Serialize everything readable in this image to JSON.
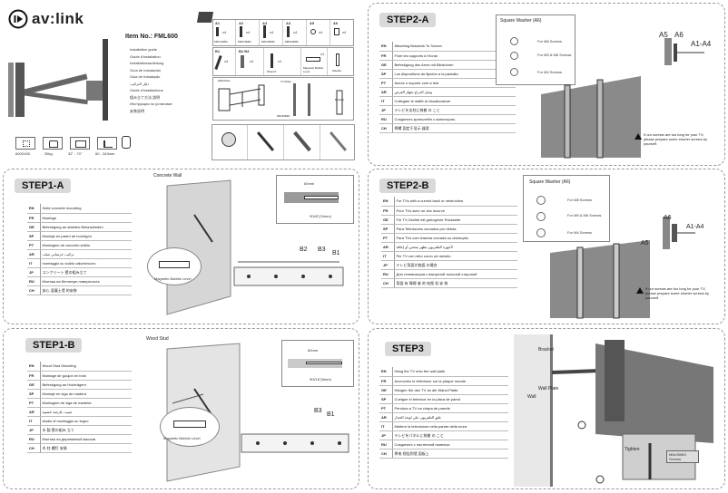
{
  "brand": {
    "name": "av:link",
    "item_label": "Item No.: FML600"
  },
  "cover": {
    "guides": [
      "Installation guide",
      "Guide d'installation",
      "Installationsanleitung",
      "Guía de instalación",
      "Guia de Instalação",
      "دليل التركيب",
      "Guide d'installazione",
      "組み立て方法 説明",
      "Инструкция по установке",
      "安装说明"
    ],
    "specs": [
      "600X400",
      "35kg",
      "32\" - 70\"",
      "60 - 343mm"
    ],
    "parts": [
      {
        "code": "A1",
        "qty": "x4",
        "spec": "M6X12MM"
      },
      {
        "code": "A2",
        "qty": "x4",
        "spec": "M6X20MM"
      },
      {
        "code": "A3",
        "qty": "x4",
        "spec": "M6X35MM"
      },
      {
        "code": "A4",
        "qty": "x4",
        "spec": "M8X20MM"
      },
      {
        "code": "A5",
        "qty": "x4",
        "spec": ""
      },
      {
        "code": "A6",
        "qty": "x4",
        "spec": ""
      }
    ],
    "parts2": [
      {
        "code": "B1",
        "qty": "x4"
      },
      {
        "code": "B2 B3",
        "qty": "x4"
      },
      {
        "code": "",
        "qty": "x1"
      },
      {
        "code": "",
        "qty": "x1"
      }
    ],
    "part_labels": [
      "Wall Plate",
      "TV Plate",
      "Bracket",
      "Wrench",
      "Magnetic Bubble Level",
      "Washer",
      "M6x35MM"
    ]
  },
  "step2a": {
    "title": "STEP2-A",
    "rows": [
      {
        "code": "EN",
        "text": "Attaching Brackets To Screen"
      },
      {
        "code": "FR",
        "text": "Fixer les supports à l'écran"
      },
      {
        "code": "GE",
        "text": "Befestigung des Arms mit Bildschirm"
      },
      {
        "code": "SP",
        "text": "Los dispositivos de fijación a la pantalla"
      },
      {
        "code": "PT",
        "text": "Anexe o suporte com a tela"
      },
      {
        "code": "AR",
        "text": "وصل الذراع بجهاز العرض"
      },
      {
        "code": "IT",
        "text": "Collegare le staffe al visualizzatore"
      },
      {
        "code": "JP",
        "text": "テレビを支柱に装着 の こと"
      },
      {
        "code": "RU",
        "text": "Соединить кронштейн с монитором."
      },
      {
        "code": "CH",
        "text": "将螺 固定于显示 器背"
      }
    ],
    "washer_title": "Square Washer (A6)",
    "screw_labels": [
      "For M8 Screws",
      "For M5 & M6 Screws",
      "For M4 Screws"
    ],
    "part_codes": [
      "A5",
      "A6",
      "A1-A4"
    ],
    "warning": "If our screws are too long for your TV, please prepare some shorter screws by yourself."
  },
  "step1a": {
    "title": "STEP1-A",
    "wall_label": "Concrete Wall",
    "rows": [
      {
        "code": "EN",
        "text": "Solid concrete mounting"
      },
      {
        "code": "FR",
        "text": "Montage"
      },
      {
        "code": "GE",
        "text": "Befestigung an stabilen Betonwänden"
      },
      {
        "code": "SP",
        "text": "Montaje en pared de hormigón"
      },
      {
        "code": "PT",
        "text": "Montagem de concreto sólido"
      },
      {
        "code": "AR",
        "text": "تركيب خرساني صلب"
      },
      {
        "code": "IT",
        "text": "montaggio su solido calcestruzzo"
      },
      {
        "code": "JP",
        "text": "コンクリート 壁の組み立て"
      },
      {
        "code": "RU",
        "text": "Монтаж на бетонную поверхность"
      },
      {
        "code": "CH",
        "text": "安心 混凝土墙 的安装"
      }
    ],
    "depth": "60mm",
    "drill": "Φ3/8\"(10mm)",
    "codes": [
      "B2",
      "B3",
      "B1"
    ],
    "level_label": "Magnetic Bubble Level"
  },
  "step2b": {
    "title": "STEP2-B",
    "rows": [
      {
        "code": "EN",
        "text": "For TVs with a curved back or obstruction"
      },
      {
        "code": "FR",
        "text": "Pour TVs avec un dos incurvé"
      },
      {
        "code": "GE",
        "text": "Für TV-Geräte mit gebogener Rückseite"
      },
      {
        "code": "SP",
        "text": "Para Televisores curvados por detrás"
      },
      {
        "code": "PT",
        "text": "Para TVs com traseira curvada ou obstrução"
      },
      {
        "code": "AR",
        "text": "لأجهزة التلفزيون بظهر منحني أو إعاقة"
      },
      {
        "code": "IT",
        "text": "Per TV con retro curvo od ostruito"
      },
      {
        "code": "JP",
        "text": "テレビ背面が曲面 の場合"
      },
      {
        "code": "RU",
        "text": "Для телевизоров с выпуклой тыльной стороной"
      },
      {
        "code": "CH",
        "text": "背面 有 障碍 者 的 电视 机 安 装"
      }
    ],
    "washer_title": "Square Washer (A6)",
    "screw_labels": [
      "For M8 Screws",
      "For M5 & M6 Screws",
      "For M4 Screws"
    ],
    "part_codes": [
      "A6",
      "A1-A4",
      "A5"
    ],
    "warning": "If our screws are too long for your TV, please prepare some shorter screws by yourself."
  },
  "step1b": {
    "title": "STEP1-B",
    "wall_label": "Wood Stud",
    "rows": [
      {
        "code": "EN",
        "text": "Wood Stud Mounting"
      },
      {
        "code": "FR",
        "text": "Montage de goujon en bois"
      },
      {
        "code": "GE",
        "text": "Befestigung an Holzträgern"
      },
      {
        "code": "SP",
        "text": "Montaje en viga de madera"
      },
      {
        "code": "PT",
        "text": "Montagem de viga de madeira"
      },
      {
        "code": "AR",
        "text": "تثبيت عارضة خشبية"
      },
      {
        "code": "IT",
        "text": "studio di montaggio su legno"
      },
      {
        "code": "JP",
        "text": "木 製 壁の組み 立て"
      },
      {
        "code": "RU",
        "text": "Монтаж на деревянный массив"
      },
      {
        "code": "CH",
        "text": "木 柱 螺钉 安装"
      }
    ],
    "depth": "60mm",
    "drill": "Φ3/16\"(5mm)",
    "codes": [
      "B3",
      "B1"
    ],
    "level_label": "Magnetic Bubble Level"
  },
  "step3": {
    "title": "STEP3",
    "rows": [
      {
        "code": "EN",
        "text": "Hang the TV onto the wall plate"
      },
      {
        "code": "FR",
        "text": "Accrochez le téléviseur sur la plaque murale"
      },
      {
        "code": "GE",
        "text": "Hängen Sie den TV an die Wand-Platte."
      },
      {
        "code": "SP",
        "text": "Cuelgue el televisor en la placa de pared"
      },
      {
        "code": "PT",
        "text": "Pendura a TV na chapa de parede"
      },
      {
        "code": "AR",
        "text": "علق التلفزيون على لوحة الجدار"
      },
      {
        "code": "IT",
        "text": "Mettere la televisione nella parete della mura"
      },
      {
        "code": "JP",
        "text": "テレビをパネルに装着 の こと"
      },
      {
        "code": "RU",
        "text": "Соединить с настенной панелью"
      },
      {
        "code": "CH",
        "text": "将电 视挂到墙 面板上"
      }
    ],
    "labels": [
      "Bracket",
      "Wall Plate",
      "Wall",
      "Tighten",
      "M6x35MM Screws"
    ]
  }
}
